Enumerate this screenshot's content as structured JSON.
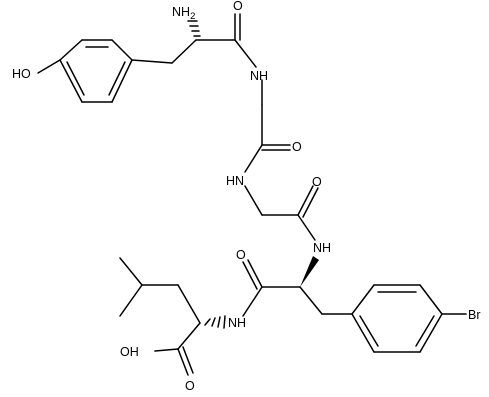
{
  "molecule": {
    "labels": {
      "amine": "NH",
      "amine_sub": "2",
      "hydroxyl": "HO",
      "nh1": "NH",
      "nh2": "HN",
      "nh3": "NH",
      "nh4": "NH",
      "o1": "O",
      "o2": "O",
      "o3": "O",
      "o4": "O",
      "o5": "O",
      "acid": "OH",
      "bromo": "Br"
    }
  }
}
